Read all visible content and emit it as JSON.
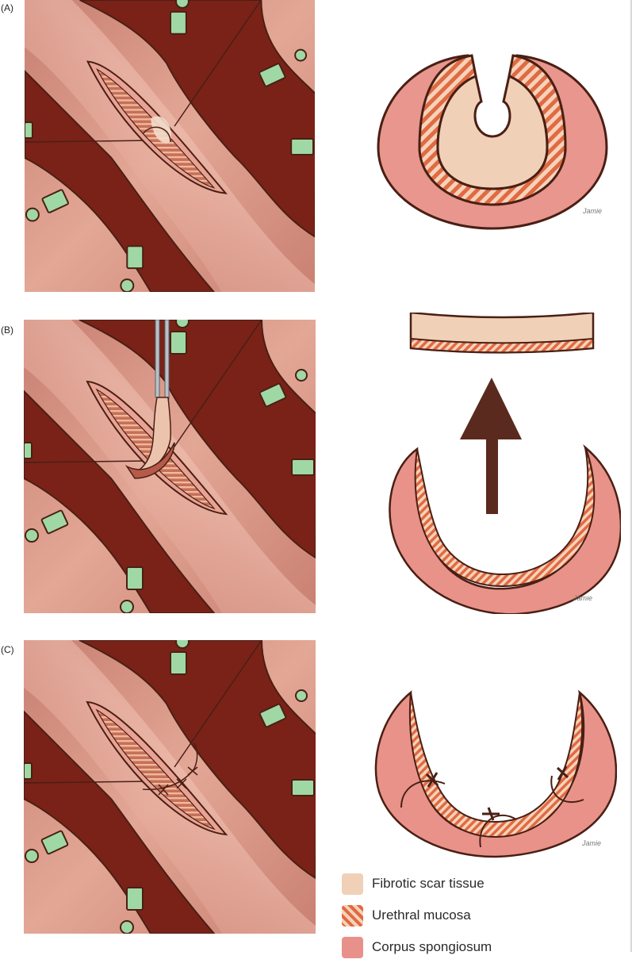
{
  "figure": {
    "panels": [
      {
        "id": "A",
        "label": "(A)",
        "step": "incision-exposing-scar",
        "cross_section": "full-ring-with-dorsal-slit"
      },
      {
        "id": "B",
        "label": "(B)",
        "step": "forceps-excising-scar",
        "cross_section": "scar-strip-removed-with-arrow"
      },
      {
        "id": "C",
        "label": "(C)",
        "step": "mucosa-sutured",
        "cross_section": "crescent-with-sutures"
      }
    ],
    "signature": "Jamie",
    "colors": {
      "scar": "#f1d0b8",
      "mucosa_stripe_a": "#e06a43",
      "mucosa_stripe_b": "#f6d3ba",
      "spongiosum": "#e8918a",
      "outline": "#4a1f14",
      "tissue_dark": "#7a2218",
      "tissue_light": "#d99a8c",
      "retractor_green": "#9fd8a4"
    }
  },
  "legend": {
    "items": [
      {
        "label": "Fibrotic scar tissue",
        "swatch": "solid-scar"
      },
      {
        "label": "Urethral mucosa",
        "swatch": "striped-mucosa"
      },
      {
        "label": "Corpus spongiosum",
        "swatch": "solid-spongiosum"
      }
    ]
  }
}
